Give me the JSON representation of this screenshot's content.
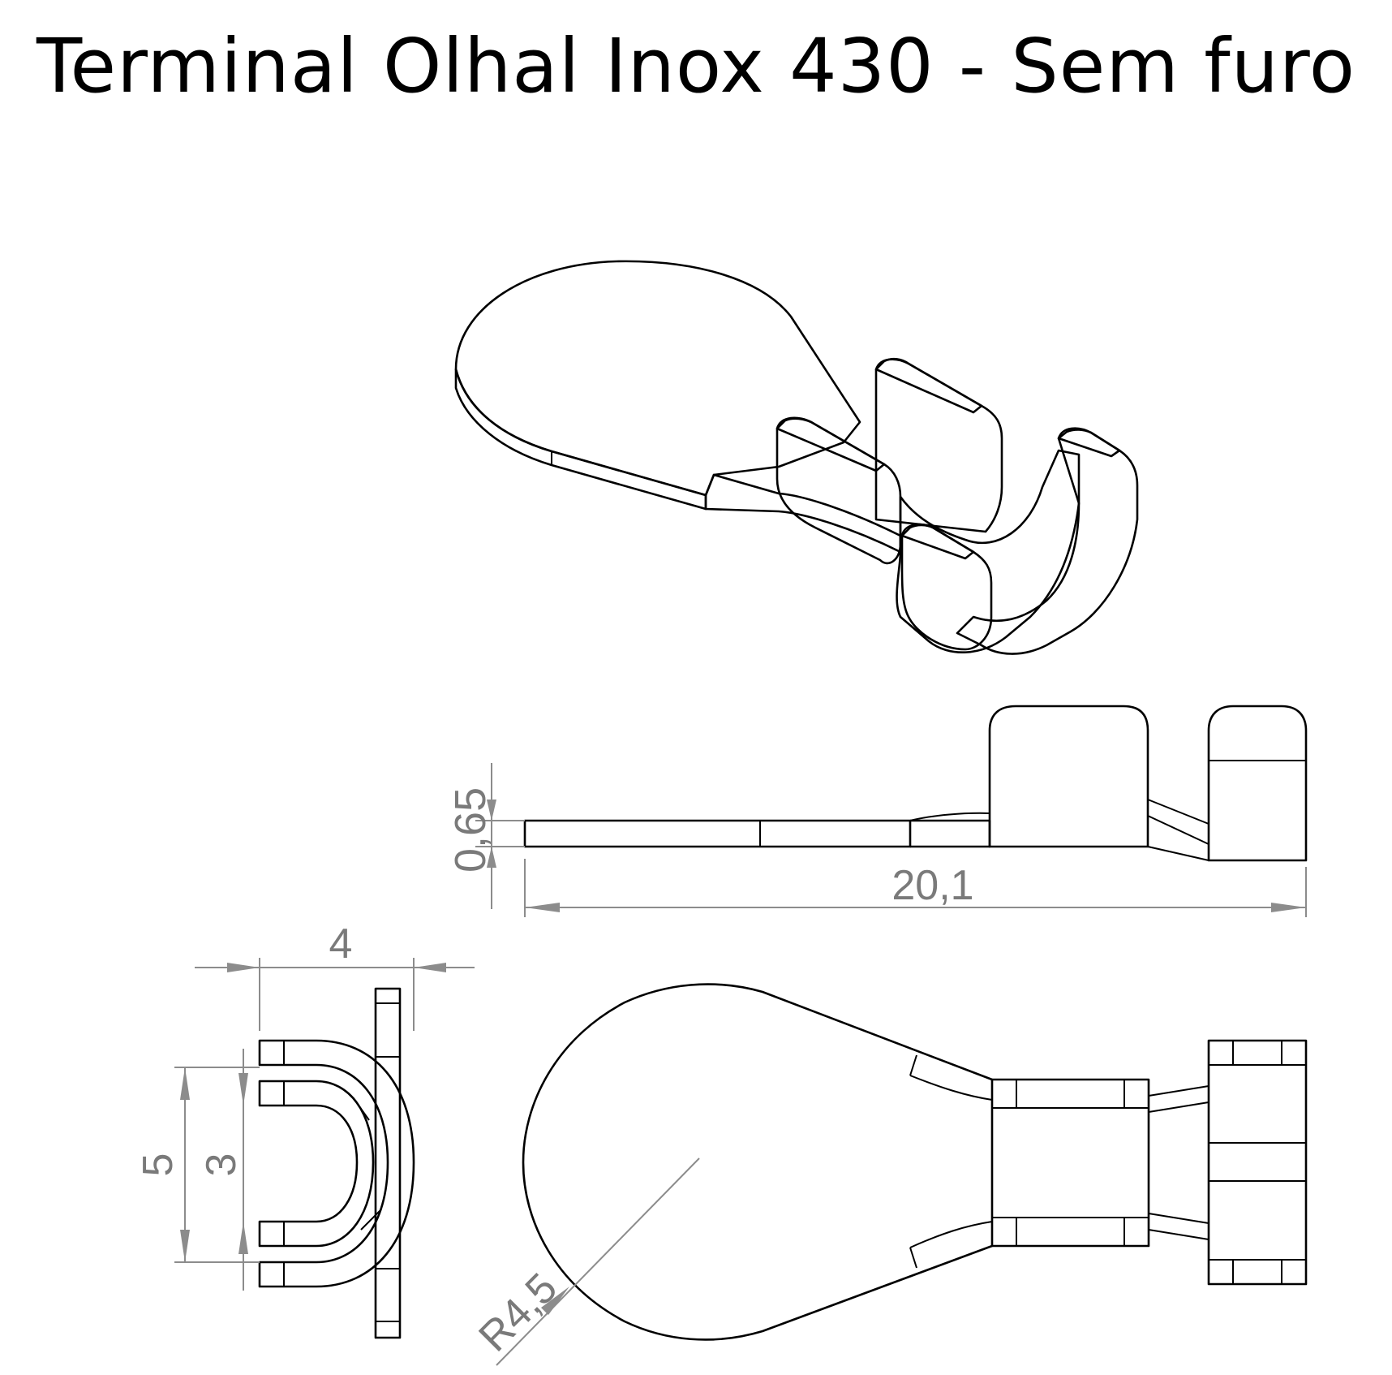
{
  "title": "Terminal Olhal Inox 430 - Sem furo",
  "dimensions": {
    "thickness": "0,65",
    "length": "20,1",
    "width": "4",
    "outer_height": "5",
    "inner_height": "3",
    "radius": "R4,5"
  },
  "colors": {
    "body": "#7677a0",
    "body_dark": "#585a82",
    "lines": "#000000",
    "dimension": "#8c8c8c"
  }
}
